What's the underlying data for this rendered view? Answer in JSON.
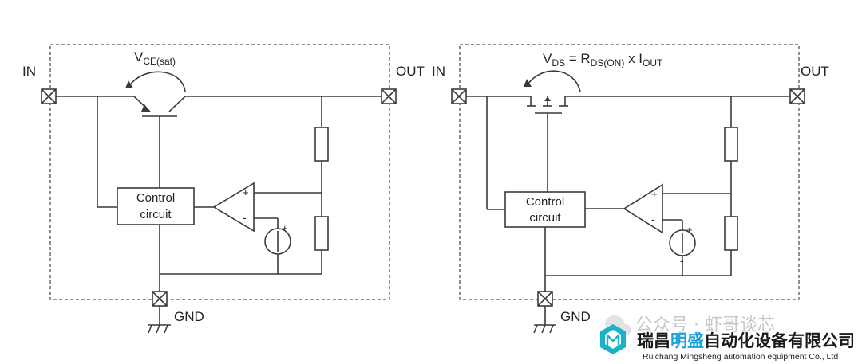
{
  "left_diagram": {
    "in_label": "IN",
    "out_label": "OUT",
    "gnd_label": "GND",
    "vce_main": "V",
    "vce_sub": "CE(sat)",
    "control_line1": "Control",
    "control_line2": "circuit",
    "opamp_plus": "+",
    "opamp_minus": "-",
    "vref_plus": "+",
    "vref_minus": "-"
  },
  "right_diagram": {
    "in_label": "IN",
    "out_label": "OUT",
    "gnd_label": "GND",
    "eq_v": "V",
    "eq_v_sub": "DS",
    "eq_mid": " = R",
    "eq_r_sub": "DS(ON)",
    "eq_x": " x I",
    "eq_i_sub": "OUT",
    "control_line1": "Control",
    "control_line2": "circuit",
    "opamp_plus": "+",
    "opamp_minus": "-",
    "vref_plus": "+",
    "vref_minus": "-"
  },
  "watermark": {
    "faded_text": "公众号 · 虾哥谈芯",
    "company_cn_a": "瑞昌",
    "company_cn_b": "明盛",
    "company_cn_c": "自动化设备有限公司",
    "company_en": "Ruichang Mingsheng automation equipment Co., Ltd",
    "accent": "#1aa3d4",
    "logo_color": "#17b3c9"
  }
}
